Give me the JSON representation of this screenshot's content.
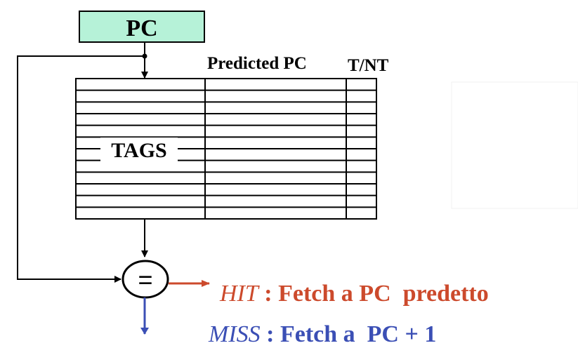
{
  "pc_box": {
    "label": "PC",
    "fill": "#b6f2d8"
  },
  "table": {
    "col_predicted_pc": "Predicted PC",
    "col_tnt": "T/NT",
    "tags_label": "TAGS",
    "row_count": 12
  },
  "comparator": {
    "symbol": "="
  },
  "hit": {
    "keyword": "HIT",
    "text": " : Fetch a PC  predetto",
    "color": "#cc4a2c"
  },
  "miss": {
    "keyword": "MISS",
    "text": " : Fetch a  PC + 1",
    "color": "#3b4fb5"
  }
}
